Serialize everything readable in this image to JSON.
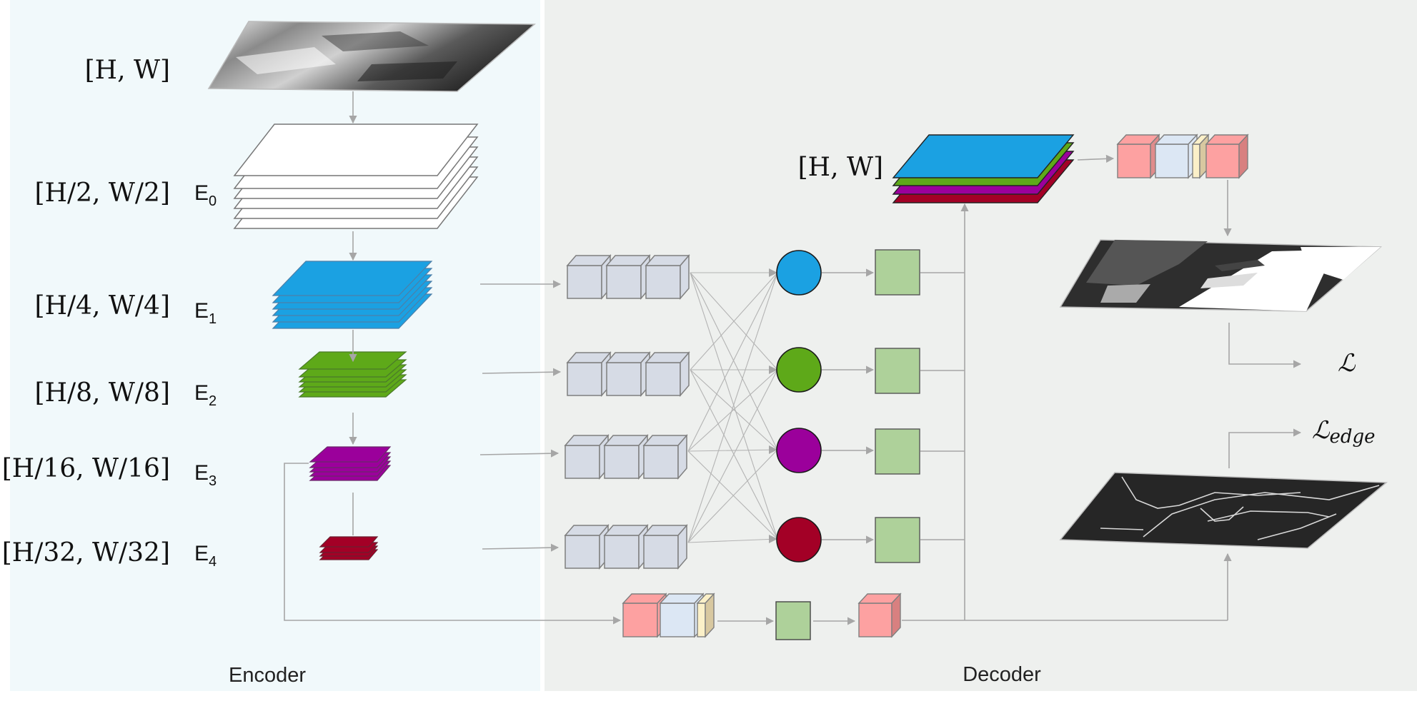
{
  "panels": {
    "encoder": {
      "label": "Encoder",
      "bg": "#f1f9fb"
    },
    "decoder": {
      "label": "Decoder",
      "bg": "#eef0ee"
    }
  },
  "encoder_levels": [
    {
      "dims": "[H, W]",
      "stage": ""
    },
    {
      "dims": "[H/2, W/2]",
      "stage": "E",
      "sub": "0"
    },
    {
      "dims": "[H/4, W/4]",
      "stage": "E",
      "sub": "1"
    },
    {
      "dims": "[H/8, W/8]",
      "stage": "E",
      "sub": "2"
    },
    {
      "dims": "[H/16, W/16]",
      "stage": "E",
      "sub": "3"
    },
    {
      "dims": "[H/32, W/32]",
      "stage": "E",
      "sub": "4"
    }
  ],
  "decoder": {
    "output_dims": "[H, W]",
    "loss": "ℒ",
    "edge_loss_main": "ℒ",
    "edge_loss_sub": "edge"
  },
  "colors": {
    "level_1": "#1ba1e2",
    "level_2": "#5ea919",
    "level_3": "#9b009b",
    "level_4": "#a30026",
    "block_gray": "#d6dbe5",
    "block_green": "#aed19a",
    "block_pink": "#fda1a1",
    "block_blue": "#dce7f4",
    "block_cream": "#fbf0c8",
    "arrow": "#a6a6a6"
  }
}
